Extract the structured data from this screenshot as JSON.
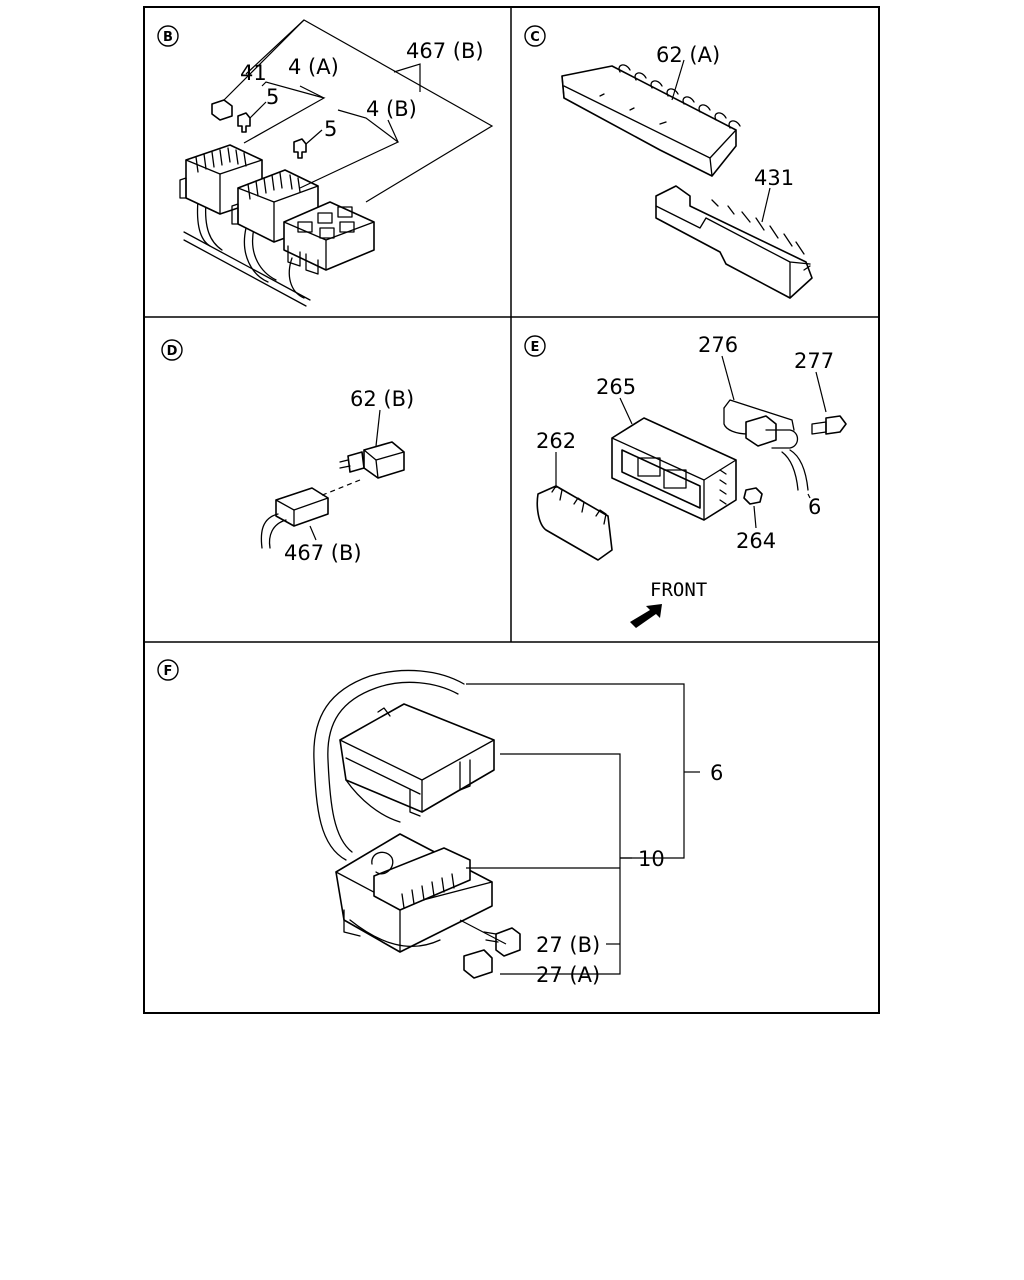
{
  "sections": {
    "B": {
      "marker": "B",
      "labels": {
        "p41": "41",
        "p4a": "4 (A)",
        "p467b": "467 (B)",
        "p5a": "5",
        "p5b": "5",
        "p4b": "4 (B)"
      }
    },
    "C": {
      "marker": "C",
      "labels": {
        "p62a": "62 (A)",
        "p431": "431"
      }
    },
    "D": {
      "marker": "D",
      "labels": {
        "p62b": "62 (B)",
        "p467b": "467 (B)"
      }
    },
    "E": {
      "marker": "E",
      "labels": {
        "p276": "276",
        "p277": "277",
        "p265": "265",
        "p262": "262",
        "p6": "6",
        "p264": "264"
      },
      "front_label": "FRONT"
    },
    "F": {
      "marker": "F",
      "labels": {
        "p6": "6",
        "p10": "10",
        "p27b": "27 (B)",
        "p27a": "27 (A)"
      }
    }
  }
}
